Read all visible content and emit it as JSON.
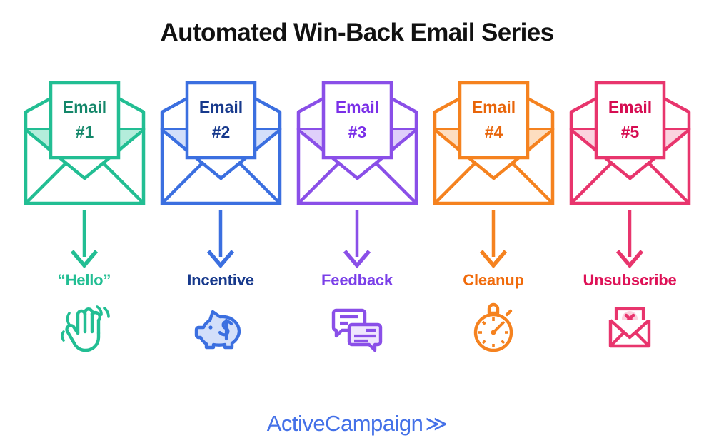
{
  "header": {
    "title": "Automated Win-Back Email Series"
  },
  "footer": {
    "brand": "ActiveCampaign",
    "chevron": "≫",
    "brand_color": "#4471E8"
  },
  "steps": [
    {
      "envelope_text_line1": "Email",
      "envelope_text_line2": "#1",
      "label": "“Hello”",
      "icon": "waving-hand-icon",
      "stroke": "#22BE93",
      "fill": "#B4EDDB",
      "text_color": "#14876A",
      "label_color": "#22BE93",
      "arrow_color": "#22BE93"
    },
    {
      "envelope_text_line1": "Email",
      "envelope_text_line2": "#2",
      "label": "Incentive",
      "icon": "piggy-bank-icon",
      "stroke": "#3B6FE0",
      "fill": "#D3DFFA",
      "text_color": "#17398C",
      "label_color": "#17398C",
      "arrow_color": "#3B6FE0"
    },
    {
      "envelope_text_line1": "Email",
      "envelope_text_line2": "#3",
      "label": "Feedback",
      "icon": "chat-bubbles-icon",
      "stroke": "#8A4FE8",
      "fill": "#DFCFFA",
      "text_color": "#7A2FE8",
      "label_color": "#7A3FE8",
      "arrow_color": "#8A4FE8"
    },
    {
      "envelope_text_line1": "Email",
      "envelope_text_line2": "#4",
      "label": "Cleanup",
      "icon": "stopwatch-icon",
      "stroke": "#F5821F",
      "fill": "#FDDEC0",
      "text_color": "#E8650A",
      "label_color": "#F06A0A",
      "arrow_color": "#F5821F"
    },
    {
      "envelope_text_line1": "Email",
      "envelope_text_line2": "#5",
      "label": "Unsubscribe",
      "icon": "envelope-x-icon",
      "stroke": "#E8356D",
      "fill": "#FBD3DF",
      "text_color": "#D60D52",
      "label_color": "#DE1257",
      "arrow_color": "#E8356D"
    }
  ]
}
